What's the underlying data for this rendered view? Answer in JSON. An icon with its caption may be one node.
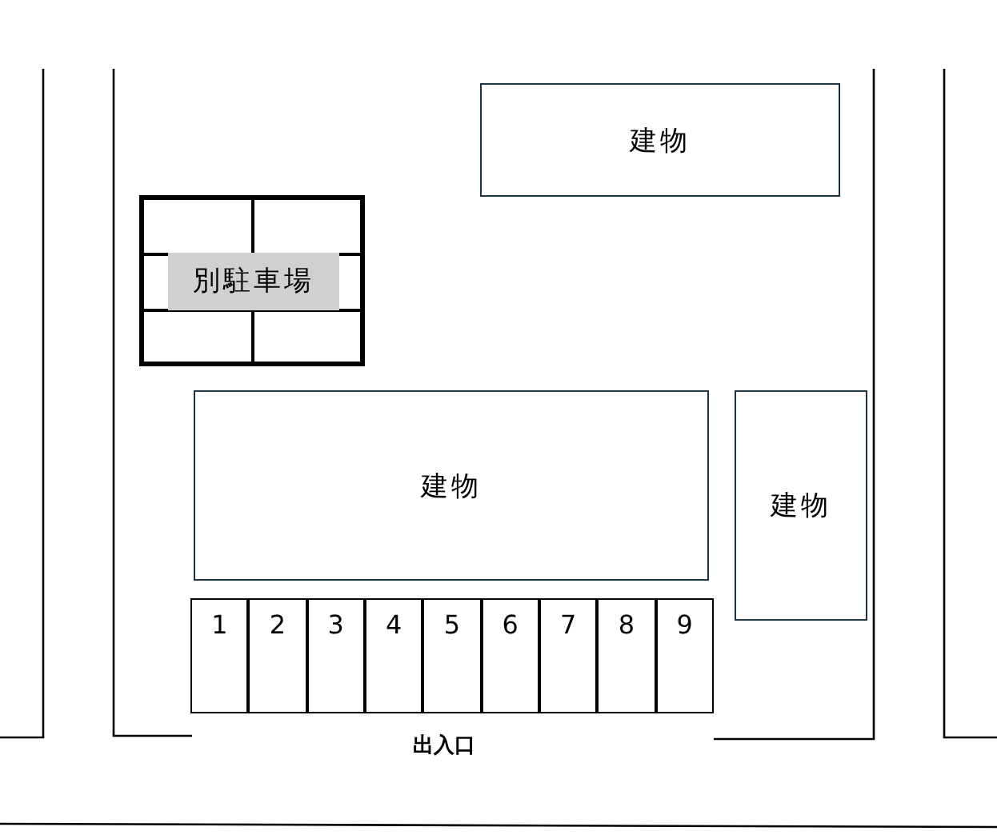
{
  "diagram": {
    "nodes": [
      {
        "text": [
          "建物"
        ]
      },
      {
        "text": [
          "別駐車場"
        ]
      },
      {
        "text": [
          "建物"
        ]
      },
      {
        "text": [
          "建物"
        ]
      },
      {
        "text": [
          "1"
        ]
      },
      {
        "text": [
          "2"
        ]
      },
      {
        "text": [
          "3"
        ]
      },
      {
        "text": [
          "4"
        ]
      },
      {
        "text": [
          "5"
        ]
      },
      {
        "text": [
          "6"
        ]
      },
      {
        "text": [
          "7"
        ]
      },
      {
        "text": [
          "8"
        ]
      },
      {
        "text": [
          "9"
        ]
      }
    ],
    "labels": [
      "出入口"
    ]
  }
}
